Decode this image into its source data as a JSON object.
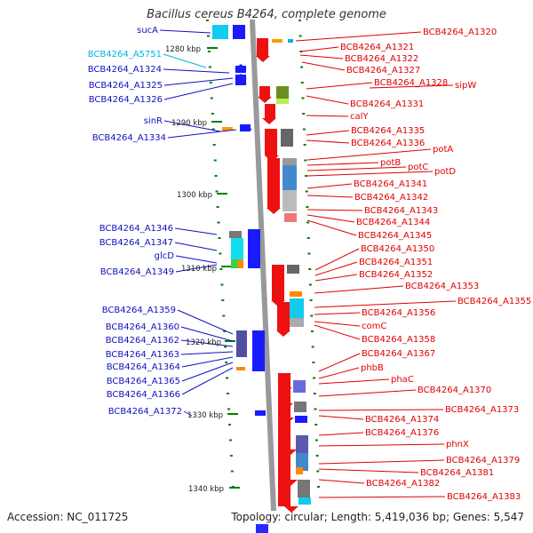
{
  "title": "Bacillus cereus B4264, complete genome",
  "accession": "Accession: NC_011725",
  "topology": "Topology: circular; Length: 5,419,036 bp; Genes: 5,547",
  "colors": {
    "left_label": "#1010c0",
    "right_label": "#e00000",
    "highlight_label": "#00b4e0",
    "tick": "#008000",
    "backbone": "#999999",
    "left_arrow": "#1a1aff",
    "right_arrow": "#ee1111"
  },
  "kbp_ticks": [
    "1280 kbp",
    "1290 kbp",
    "1300 kbp",
    "1310 kbp",
    "1320 kbp",
    "1330 kbp",
    "1340 kbp"
  ],
  "left_genes": [
    "sucA",
    "BCB4264_A5751",
    "BCB4264_A1324",
    "BCB4264_A1325",
    "BCB4264_A1326",
    "sinR",
    "BCB4264_A1334",
    "BCB4264_A1346",
    "BCB4264_A1347",
    "glcD",
    "BCB4264_A1349",
    "BCB4264_A1359",
    "BCB4264_A1360",
    "BCB4264_A1362",
    "BCB4264_A1363",
    "BCB4264_A1364",
    "BCB4264_A1365",
    "BCB4264_A1366",
    "BCB4264_A1372"
  ],
  "right_genes": [
    "BCB4264_A1320",
    "BCB4264_A1321",
    "BCB4264_A1322",
    "BCB4264_A1327",
    "BCB4264_A1328",
    "sipW",
    "BCB4264_A1331",
    "calY",
    "BCB4264_A1335",
    "BCB4264_A1336",
    "potA",
    "potB",
    "potC",
    "potD",
    "BCB4264_A1341",
    "BCB4264_A1342",
    "BCB4264_A1343",
    "BCB4264_A1344",
    "BCB4264_A1345",
    "BCB4264_A1350",
    "BCB4264_A1351",
    "BCB4264_A1352",
    "BCB4264_A1353",
    "BCB4264_A1355",
    "BCB4264_A1356",
    "comC",
    "BCB4264_A1358",
    "BCB4264_A1367",
    "phbB",
    "phaC",
    "BCB4264_A1370",
    "BCB4264_A1373",
    "BCB4264_A1374",
    "BCB4264_A1376",
    "phnX",
    "BCB4264_A1379",
    "BCB4264_A1381",
    "BCB4264_A1382",
    "BCB4264_A1383"
  ]
}
